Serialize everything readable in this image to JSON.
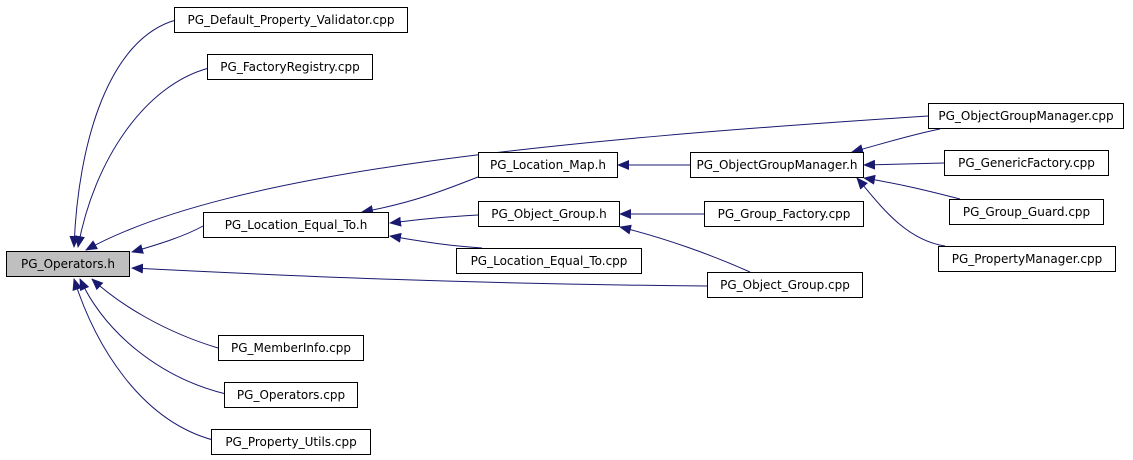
{
  "nodes": {
    "pg_operators_h": "PG_Operators.h",
    "default_property_validator_cpp": "PG_Default_Property_Validator.cpp",
    "factory_registry_cpp": "PG_FactoryRegistry.cpp",
    "object_group_manager_cpp": "PG_ObjectGroupManager.cpp",
    "location_map_h": "PG_Location_Map.h",
    "object_group_manager_h": "PG_ObjectGroupManager.h",
    "generic_factory_cpp": "PG_GenericFactory.cpp",
    "location_equal_to_h": "PG_Location_Equal_To.h",
    "object_group_h": "PG_Object_Group.h",
    "group_factory_cpp": "PG_Group_Factory.cpp",
    "group_guard_cpp": "PG_Group_Guard.cpp",
    "property_manager_cpp": "PG_PropertyManager.cpp",
    "location_equal_to_cpp": "PG_Location_Equal_To.cpp",
    "object_group_cpp": "PG_Object_Group.cpp",
    "member_info_cpp": "PG_MemberInfo.cpp",
    "operators_cpp": "PG_Operators.cpp",
    "property_utils_cpp": "PG_Property_Utils.cpp"
  },
  "edges": [
    {
      "from": "default_property_validator_cpp",
      "to": "pg_operators_h"
    },
    {
      "from": "factory_registry_cpp",
      "to": "pg_operators_h"
    },
    {
      "from": "object_group_manager_cpp",
      "to": "pg_operators_h"
    },
    {
      "from": "location_equal_to_h",
      "to": "pg_operators_h"
    },
    {
      "from": "object_group_cpp",
      "to": "pg_operators_h"
    },
    {
      "from": "member_info_cpp",
      "to": "pg_operators_h"
    },
    {
      "from": "operators_cpp",
      "to": "pg_operators_h"
    },
    {
      "from": "property_utils_cpp",
      "to": "pg_operators_h"
    },
    {
      "from": "location_map_h",
      "to": "location_equal_to_h"
    },
    {
      "from": "object_group_h",
      "to": "location_equal_to_h"
    },
    {
      "from": "location_equal_to_cpp",
      "to": "location_equal_to_h"
    },
    {
      "from": "object_group_manager_h",
      "to": "location_map_h"
    },
    {
      "from": "group_factory_cpp",
      "to": "object_group_h"
    },
    {
      "from": "object_group_cpp",
      "to": "object_group_h"
    },
    {
      "from": "object_group_manager_cpp",
      "to": "object_group_manager_h"
    },
    {
      "from": "generic_factory_cpp",
      "to": "object_group_manager_h"
    },
    {
      "from": "group_guard_cpp",
      "to": "object_group_manager_h"
    },
    {
      "from": "property_manager_cpp",
      "to": "object_group_manager_h"
    }
  ],
  "colors": {
    "edge": "#191970",
    "root_fill": "#bfbfbf",
    "node_fill": "#ffffff",
    "node_border": "#000000"
  }
}
